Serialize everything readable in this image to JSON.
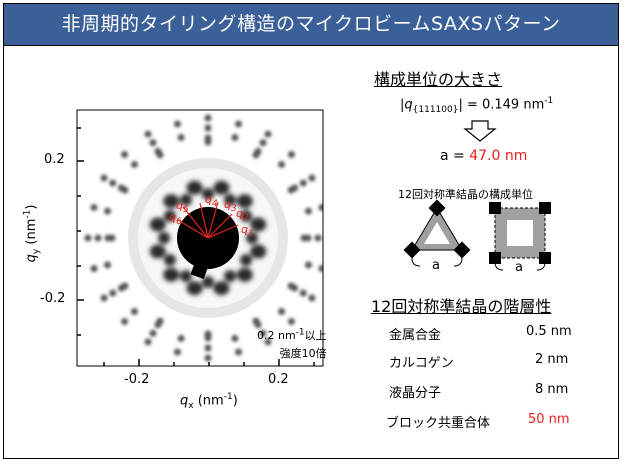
{
  "header": {
    "title": "非周期的タイリング構造のマイクロビームSAXSパターン"
  },
  "pattern": {
    "y_axis_label": "q",
    "y_axis_sub": "y",
    "y_axis_unit": "(nm",
    "y_axis_sup": "-1",
    "y_axis_close": ")",
    "x_axis_label": "q",
    "x_axis_sub": "x",
    "x_axis_unit": "(nm",
    "x_axis_sup": "-1",
    "x_axis_close": ")",
    "y_ticks": [
      "0.2",
      "-0.2"
    ],
    "x_ticks": [
      "-0.2",
      "0.2"
    ],
    "q_labels": [
      "q5",
      "q4",
      "q3",
      "q2",
      "q1",
      "q6"
    ],
    "note_line1_a": "0.2 nm",
    "note_line1_sup": "-1",
    "note_line1_b": "以上",
    "note_line2": "強度10倍"
  },
  "unit_size": {
    "title": "構成単位の大きさ",
    "q_prefix": "|q",
    "q_sub": "{111100}",
    "q_value": "| = 0.149 nm",
    "q_sup": "-1",
    "a_prefix": "a = ",
    "a_value": "47.0 nm",
    "building_units_title": "12回対称準結晶の構成単位",
    "a_label_left": "a",
    "a_label_right": "a"
  },
  "hierarchy": {
    "title": "12回対称準結晶の階層性",
    "rows": [
      {
        "label": "金属合金",
        "value": "0.5 nm",
        "highlight": false
      },
      {
        "label": "カルコゲン",
        "value": "2 nm",
        "highlight": false
      },
      {
        "label": "液晶分子",
        "value": "8 nm",
        "highlight": false
      },
      {
        "label": "ブロック共重合体",
        "value": "50 nm",
        "highlight": true
      }
    ]
  },
  "colors": {
    "header_bg": "#3a5f99",
    "accent_red": "#e8211d"
  }
}
